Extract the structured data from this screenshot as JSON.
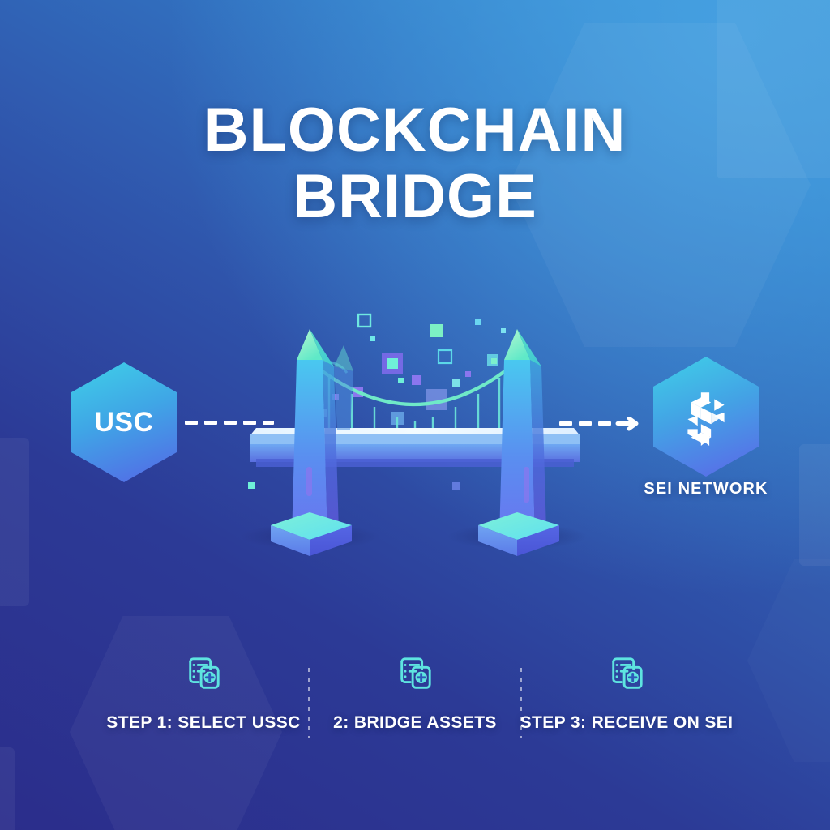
{
  "title": "BLOCKCHAIN\nBRIDGE",
  "source": {
    "badge_label": "USC",
    "badge_icon": "hexagon-badge"
  },
  "destination": {
    "badge_icon": "sei-logo-icon",
    "caption": "SEI NETWORK"
  },
  "flow": {
    "left_arrow_icon": "dashed-line",
    "right_arrow_icon": "dashed-arrow-right",
    "direction": "left-to-right"
  },
  "illustration": {
    "name": "suspension-bridge-illustration",
    "alt": "Isometric blockchain suspension bridge with floating data cubes"
  },
  "steps": [
    {
      "label": "STEP 1: SELECT USSC",
      "icon": "document-transfer-icon"
    },
    {
      "label": "2: BRIDGE ASSETS",
      "icon": "document-transfer-icon"
    },
    {
      "label": "STEP 3: RECEIVE ON SEI",
      "icon": "document-transfer-icon"
    }
  ],
  "colors": {
    "background_top_right": "#3a9ad9",
    "background_bottom_left": "#2b2d8b",
    "accent_cyan": "#5ae4dc",
    "accent_mint": "#7df0c0",
    "badge_gradient_start": "#3fd0e8",
    "badge_gradient_end": "#5566e6",
    "text_white": "#ffffff"
  }
}
